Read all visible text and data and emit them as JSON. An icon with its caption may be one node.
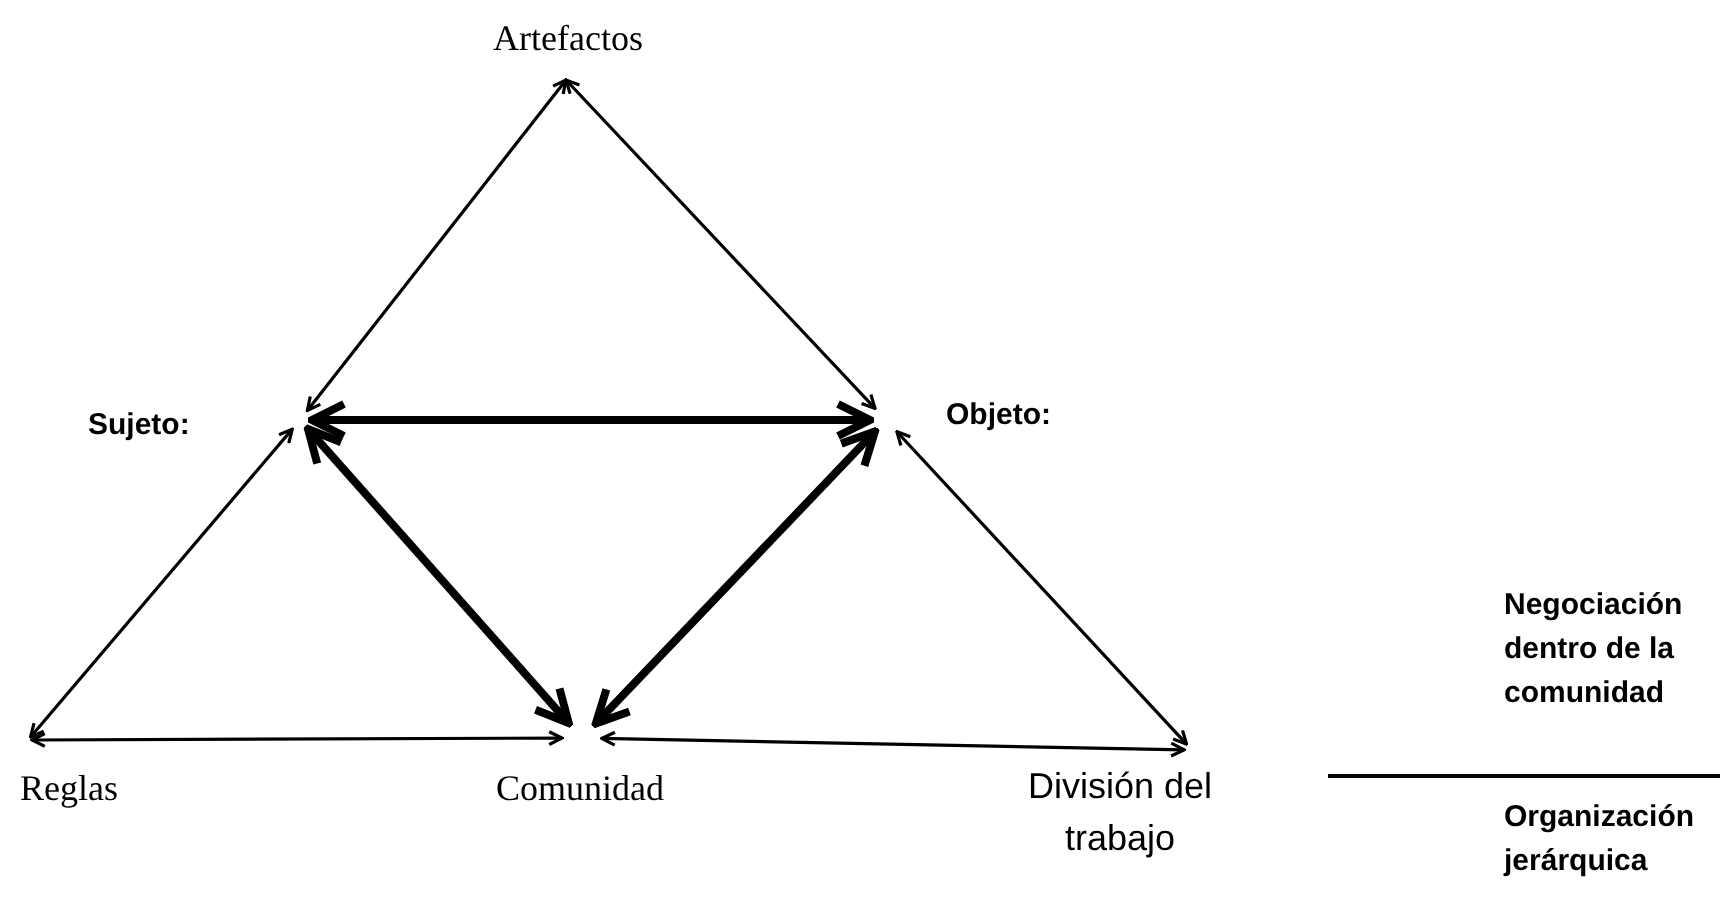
{
  "diagram": {
    "nodes": [
      {
        "text": [
          "Artefactos"
        ]
      },
      {
        "text": [
          "Sujeto:"
        ]
      },
      {
        "text": [
          "Objeto:"
        ]
      },
      {
        "text": [
          "Reglas"
        ]
      },
      {
        "text": [
          "Comunidad"
        ]
      },
      {
        "text": [
          "División del trabajo"
        ]
      }
    ],
    "edges": [
      {
        "from": 0,
        "to": 1,
        "arrow": "both"
      },
      {
        "from": 0,
        "to": 2,
        "arrow": "both"
      },
      {
        "from": 1,
        "to": 2,
        "arrow": "both",
        "style": "thick"
      },
      {
        "from": 3,
        "to": 1,
        "arrow": "both"
      },
      {
        "from": 4,
        "to": 1,
        "arrow": "both",
        "style": "thick"
      },
      {
        "from": 3,
        "to": 4,
        "arrow": "both"
      },
      {
        "from": 4,
        "to": 2,
        "arrow": "both",
        "style": "thick"
      },
      {
        "from": 4,
        "to": 5,
        "arrow": "both"
      },
      {
        "from": 2,
        "to": 5,
        "arrow": "both"
      }
    ],
    "labels": [
      "Negociación dentro de la comunidad",
      "Organización jerárquica"
    ]
  }
}
